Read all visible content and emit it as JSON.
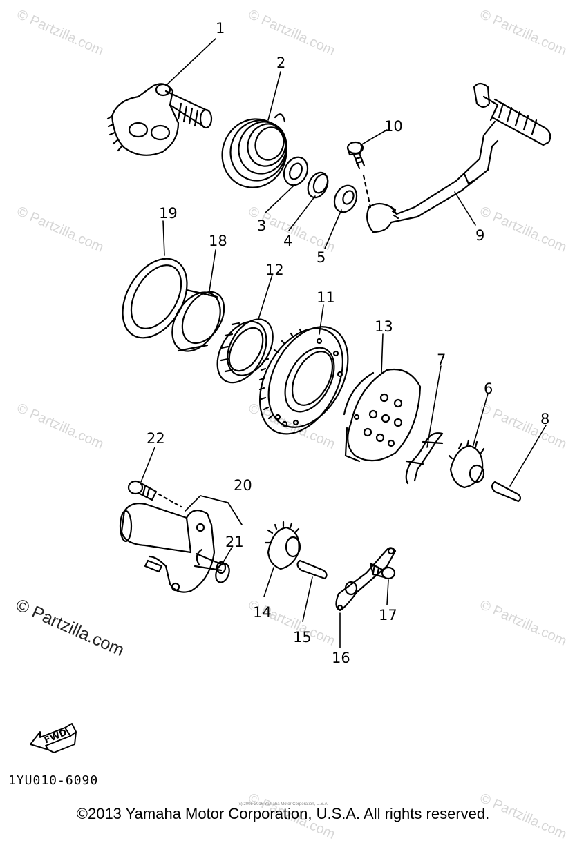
{
  "watermark": "© Partzilla.com",
  "watermark_big": "© Partzilla.com",
  "labels": {
    "p1": "1",
    "p2": "2",
    "p3": "3",
    "p4": "4",
    "p5": "5",
    "p6": "6",
    "p7": "7",
    "p8": "8",
    "p9": "9",
    "p10": "10",
    "p11": "11",
    "p12": "12",
    "p13": "13",
    "p14": "14",
    "p15": "15",
    "p16": "16",
    "p17": "17",
    "p18": "18",
    "p19": "19",
    "p20": "20",
    "p21": "21",
    "p22": "22"
  },
  "fwd_label": "FWD",
  "drawing_code": "1YU010-6090",
  "copyright": "©2013 Yamaha Motor Corporation, U.S.A. All rights reserved.",
  "tiny_copyright": "(c) 2005-2016 Yamaha Motor Corporation, U.S.A."
}
